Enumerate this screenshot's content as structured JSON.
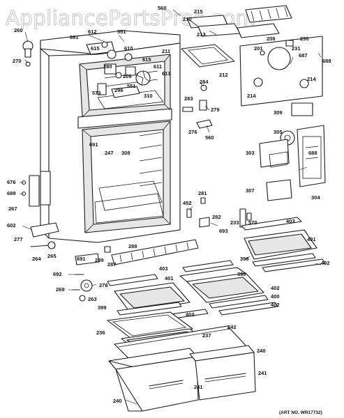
{
  "watermark": "AppliancePartsPros.com",
  "art_number": "(ART NO. WR17732)",
  "labels": [
    {
      "id": "560a",
      "text": "560"
    },
    {
      "id": "215",
      "text": "215"
    },
    {
      "id": "210",
      "text": "210"
    },
    {
      "id": "260",
      "text": "260"
    },
    {
      "id": "612",
      "text": "612"
    },
    {
      "id": "551a",
      "text": "551"
    },
    {
      "id": "213",
      "text": "213"
    },
    {
      "id": "206",
      "text": "206"
    },
    {
      "id": "230",
      "text": "230"
    },
    {
      "id": "691a",
      "text": "691"
    },
    {
      "id": "615a",
      "text": "615"
    },
    {
      "id": "610",
      "text": "610"
    },
    {
      "id": "201",
      "text": "201"
    },
    {
      "id": "231",
      "text": "231"
    },
    {
      "id": "270",
      "text": "270"
    },
    {
      "id": "211",
      "text": "211"
    },
    {
      "id": "615b",
      "text": "615"
    },
    {
      "id": "687",
      "text": "687"
    },
    {
      "id": "688a",
      "text": "688"
    },
    {
      "id": "280",
      "text": "280"
    },
    {
      "id": "209",
      "text": "209"
    },
    {
      "id": "611",
      "text": "611"
    },
    {
      "id": "613",
      "text": "613"
    },
    {
      "id": "212",
      "text": "212"
    },
    {
      "id": "551b",
      "text": "551"
    },
    {
      "id": "296",
      "text": "296"
    },
    {
      "id": "573",
      "text": "573"
    },
    {
      "id": "310",
      "text": "310"
    },
    {
      "id": "284",
      "text": "284"
    },
    {
      "id": "214a",
      "text": "214"
    },
    {
      "id": "214b",
      "text": "214"
    },
    {
      "id": "283",
      "text": "283"
    },
    {
      "id": "279",
      "text": "279"
    },
    {
      "id": "309",
      "text": "309"
    },
    {
      "id": "276",
      "text": "276"
    },
    {
      "id": "560b",
      "text": "560"
    },
    {
      "id": "305",
      "text": "305"
    },
    {
      "id": "691b",
      "text": "691"
    },
    {
      "id": "247",
      "text": "247"
    },
    {
      "id": "308",
      "text": "308"
    },
    {
      "id": "303",
      "text": "303"
    },
    {
      "id": "688b",
      "text": "688"
    },
    {
      "id": "676",
      "text": "676"
    },
    {
      "id": "689",
      "text": "689"
    },
    {
      "id": "267",
      "text": "267"
    },
    {
      "id": "281",
      "text": "281"
    },
    {
      "id": "307",
      "text": "307"
    },
    {
      "id": "304",
      "text": "304"
    },
    {
      "id": "452",
      "text": "452"
    },
    {
      "id": "282",
      "text": "282"
    },
    {
      "id": "233",
      "text": "233"
    },
    {
      "id": "570",
      "text": "570"
    },
    {
      "id": "403a",
      "text": "403"
    },
    {
      "id": "602",
      "text": "602"
    },
    {
      "id": "693",
      "text": "693"
    },
    {
      "id": "277",
      "text": "277"
    },
    {
      "id": "401a",
      "text": "401"
    },
    {
      "id": "288",
      "text": "288"
    },
    {
      "id": "264",
      "text": "264"
    },
    {
      "id": "265",
      "text": "265"
    },
    {
      "id": "398a",
      "text": "398"
    },
    {
      "id": "402a",
      "text": "402"
    },
    {
      "id": "691c",
      "text": "691"
    },
    {
      "id": "289",
      "text": "289"
    },
    {
      "id": "287",
      "text": "287"
    },
    {
      "id": "403b",
      "text": "403"
    },
    {
      "id": "692",
      "text": "692"
    },
    {
      "id": "401b",
      "text": "401"
    },
    {
      "id": "278",
      "text": "278"
    },
    {
      "id": "398b",
      "text": "398"
    },
    {
      "id": "402b",
      "text": "402"
    },
    {
      "id": "269",
      "text": "269"
    },
    {
      "id": "400",
      "text": "400"
    },
    {
      "id": "263",
      "text": "263"
    },
    {
      "id": "402c",
      "text": "402"
    },
    {
      "id": "399",
      "text": "399"
    },
    {
      "id": "402d",
      "text": "402"
    },
    {
      "id": "242",
      "text": "242"
    },
    {
      "id": "236",
      "text": "236"
    },
    {
      "id": "237",
      "text": "237"
    },
    {
      "id": "240a",
      "text": "240"
    },
    {
      "id": "241a",
      "text": "241"
    },
    {
      "id": "241b",
      "text": "241"
    },
    {
      "id": "240b",
      "text": "240"
    }
  ]
}
